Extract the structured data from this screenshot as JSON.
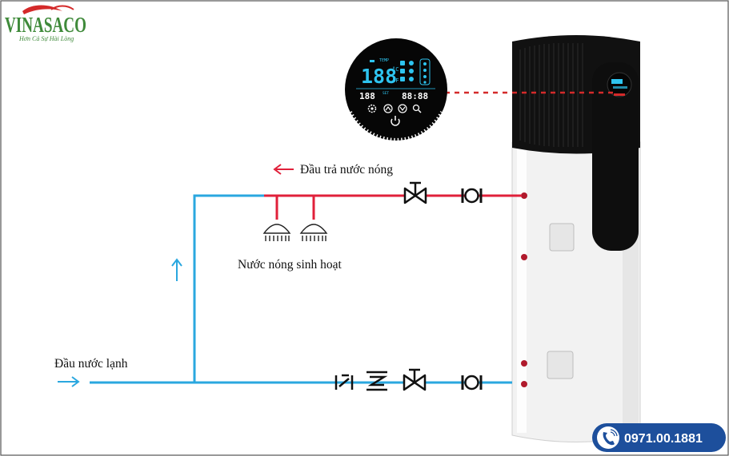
{
  "brand": {
    "name": "VINASACO",
    "tagline": "Hơn Cả Sự Hài Lòng"
  },
  "labels": {
    "hot_return": "Đầu trả nước nóng",
    "domestic_hot_water": "Nước nóng sinh hoạt",
    "cold_inlet": "Đầu nước lạnh"
  },
  "phone": {
    "number": "0971.00.1881"
  },
  "display": {
    "main_value": "188",
    "unit_c": "°C",
    "unit_f": "°F",
    "temp_label": "TEMP",
    "sub_value": "188",
    "set_label": "SET",
    "clock_value": "88:88"
  },
  "colors": {
    "hot_pipe": "#e0203a",
    "cold_pipe": "#2aa7df",
    "tank_body": "#f4f4f4",
    "tank_top": "#111111",
    "lcd_digits": "#2ec4f0",
    "brand_green": "#3f8a3a",
    "brand_red": "#d42a2a",
    "phone_blue": "#1d4f9c"
  },
  "icons": [
    "settings-icon",
    "up-arrow-icon",
    "down-arrow-icon",
    "search-icon",
    "power-icon",
    "phone-icon",
    "shower-icon",
    "valve-icon",
    "pump-icon",
    "check-valve-icon"
  ]
}
